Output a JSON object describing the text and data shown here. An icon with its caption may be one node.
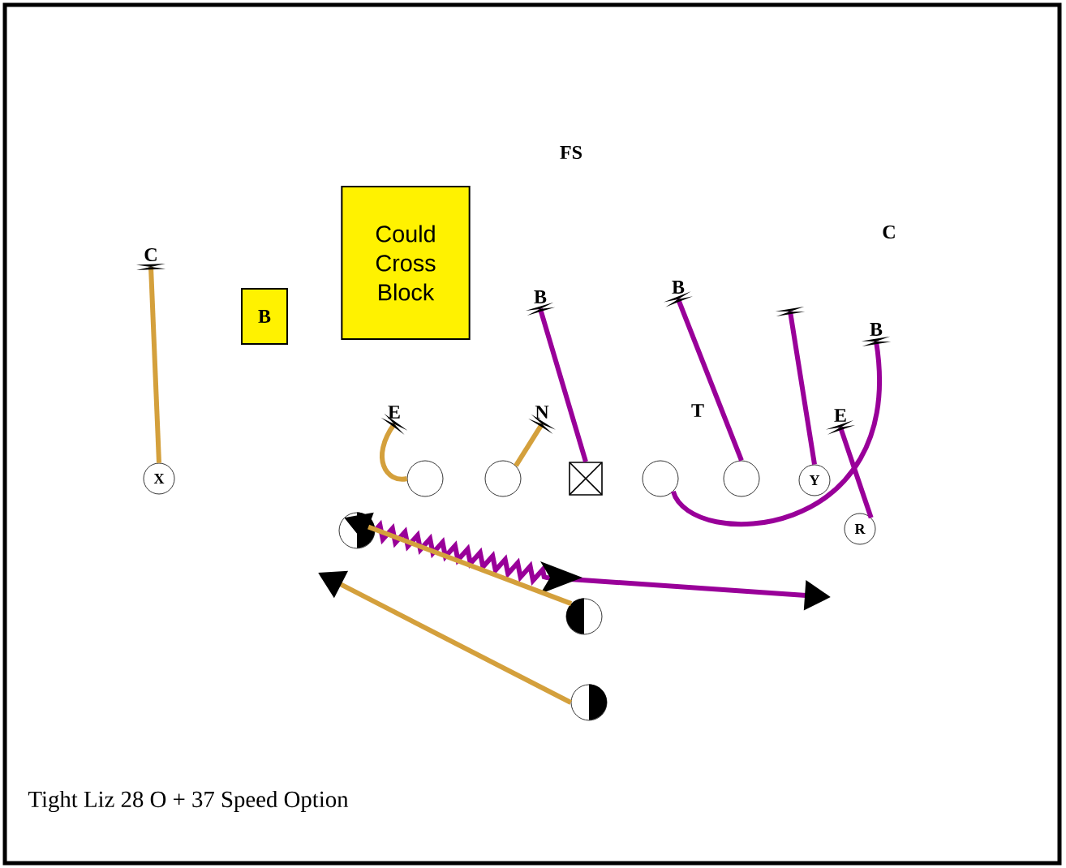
{
  "diagram": {
    "caption": "Tight Liz 28 O + 37 Speed Option",
    "nodes": [
      {
        "text": [
          "B"
        ]
      },
      {
        "text": [
          "Could Cross Block"
        ]
      },
      {
        "text": [
          "C"
        ]
      },
      {
        "text": [
          "B"
        ]
      },
      {
        "text": [
          "B"
        ]
      },
      {
        "text": [
          "B"
        ]
      },
      {
        "text": [
          "E"
        ]
      },
      {
        "text": [
          "N"
        ]
      },
      {
        "text": [
          "E"
        ]
      },
      {
        "text": [
          "X"
        ]
      },
      {
        "text": [],
        "shape": "circle"
      },
      {
        "text": [],
        "shape": "circle"
      },
      {
        "text": [],
        "shape": "box"
      },
      {
        "text": [],
        "shape": "circle"
      },
      {
        "text": [],
        "shape": "circle"
      },
      {
        "text": [
          "Y"
        ]
      },
      {
        "text": [
          "R"
        ]
      },
      {
        "text": [],
        "shape": "circle"
      },
      {
        "text": [],
        "shape": "circle"
      },
      {
        "text": [],
        "shape": "circle"
      }
    ],
    "edges": [
      {
        "from": 9,
        "to": 2,
        "arrow": "other",
        "color": "#d4a03c"
      },
      {
        "from": 10,
        "to": 6,
        "arrow": "other",
        "color": "#d4a03c"
      },
      {
        "from": 11,
        "to": 7,
        "arrow": "other",
        "color": "#d4a03c"
      },
      {
        "from": 12,
        "to": 3,
        "arrow": "other"
      },
      {
        "from": 14,
        "to": 4,
        "arrow": "other"
      },
      {
        "from": 15,
        "to": null,
        "arrow": "other"
      },
      {
        "from": 13,
        "to": 5,
        "arrow": "other"
      },
      {
        "from": 16,
        "to": 8,
        "arrow": "other"
      },
      {
        "from": 17,
        "to": null,
        "arrow": "to"
      },
      {
        "from": 18,
        "to": 17,
        "arrow": "to",
        "color": "#d4a03c"
      },
      {
        "from": 19,
        "to": null,
        "arrow": "to",
        "color": "#d4a03c"
      }
    ],
    "labels": [
      "FS",
      "C",
      "T"
    ]
  }
}
